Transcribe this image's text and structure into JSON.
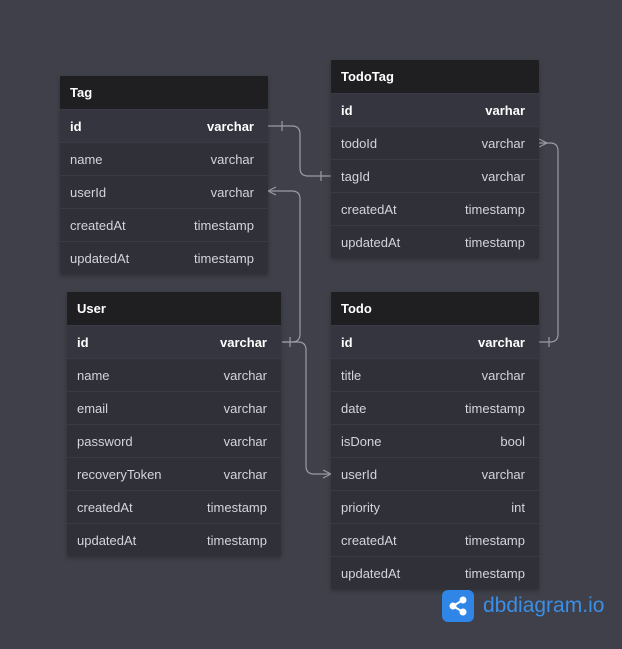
{
  "colors": {
    "background": "#3f4049",
    "header": "#1f1f22",
    "body": "#2f3038",
    "link": "#9a9ba3",
    "brand": "#2f86e6"
  },
  "tables": {
    "tag": {
      "name": "Tag",
      "columns": [
        {
          "name": "id",
          "type": "varchar",
          "pk": true
        },
        {
          "name": "name",
          "type": "varchar"
        },
        {
          "name": "userId",
          "type": "varchar"
        },
        {
          "name": "createdAt",
          "type": "timestamp"
        },
        {
          "name": "updatedAt",
          "type": "timestamp"
        }
      ]
    },
    "todotag": {
      "name": "TodoTag",
      "columns": [
        {
          "name": "id",
          "type": "varhar",
          "pk": true
        },
        {
          "name": "todoId",
          "type": "varchar"
        },
        {
          "name": "tagId",
          "type": "varchar"
        },
        {
          "name": "createdAt",
          "type": "timestamp"
        },
        {
          "name": "updatedAt",
          "type": "timestamp"
        }
      ]
    },
    "user": {
      "name": "User",
      "columns": [
        {
          "name": "id",
          "type": "varchar",
          "pk": true
        },
        {
          "name": "name",
          "type": "varchar"
        },
        {
          "name": "email",
          "type": "varchar"
        },
        {
          "name": "password",
          "type": "varchar"
        },
        {
          "name": "recoveryToken",
          "type": "varchar"
        },
        {
          "name": "createdAt",
          "type": "timestamp"
        },
        {
          "name": "updatedAt",
          "type": "timestamp"
        }
      ]
    },
    "todo": {
      "name": "Todo",
      "columns": [
        {
          "name": "id",
          "type": "varchar",
          "pk": true
        },
        {
          "name": "title",
          "type": "varchar"
        },
        {
          "name": "date",
          "type": "timestamp"
        },
        {
          "name": "isDone",
          "type": "bool"
        },
        {
          "name": "userId",
          "type": "varchar"
        },
        {
          "name": "priority",
          "type": "int"
        },
        {
          "name": "createdAt",
          "type": "timestamp"
        },
        {
          "name": "updatedAt",
          "type": "timestamp"
        }
      ]
    }
  },
  "relationships": [
    {
      "from": "Tag.id",
      "to": "TodoTag.tagId"
    },
    {
      "from": "TodoTag.todoId",
      "to": "Todo.id"
    },
    {
      "from": "User.id",
      "to": "Tag.userId"
    },
    {
      "from": "User.id",
      "to": "Todo.userId"
    }
  ],
  "brand": {
    "name": "dbdiagram",
    "suffix": ".io",
    "icon": "share-nodes-icon"
  }
}
